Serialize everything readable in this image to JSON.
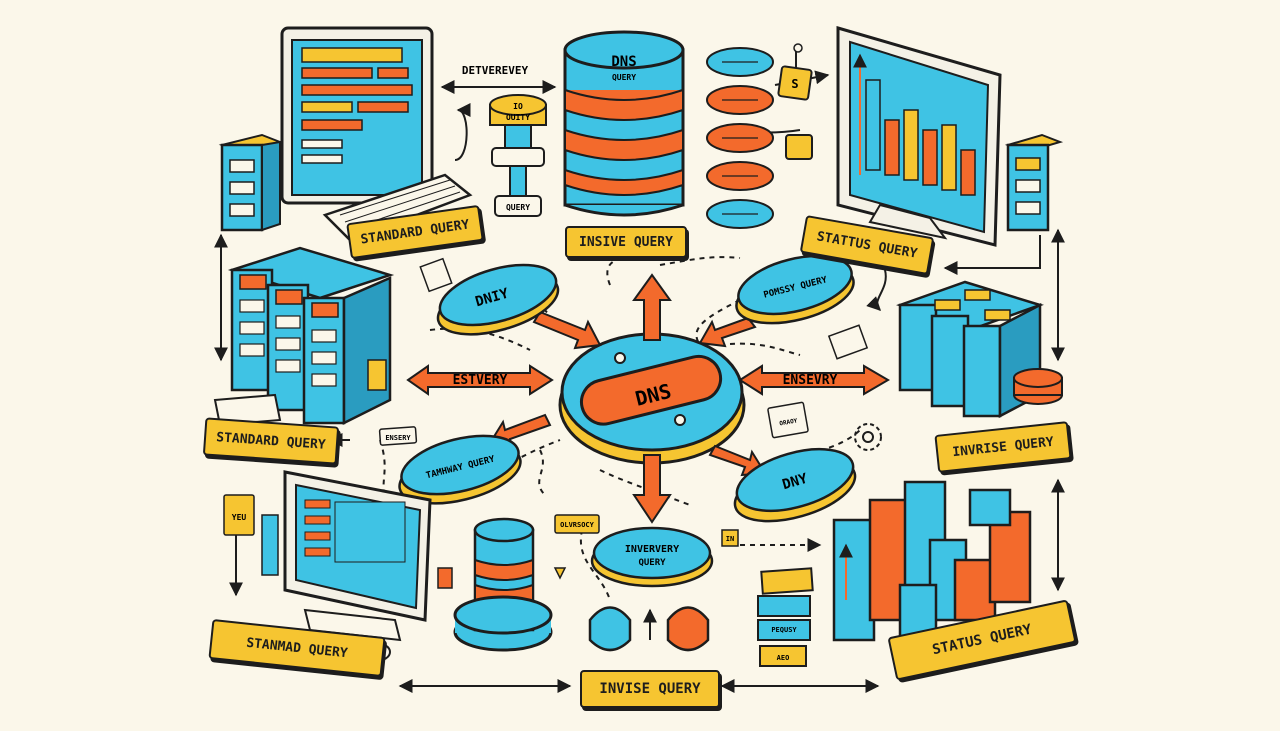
{
  "colors": {
    "cyan": "#3fc3e4",
    "orange": "#f36a2c",
    "yellow": "#f6c531",
    "ink": "#1d1d1d",
    "background": "#fbf7ea"
  },
  "center": {
    "label": "DNS"
  },
  "top_db": {
    "title": "DNS",
    "subtitle": "QUERY"
  },
  "labels": {
    "top_caption": "DETVEREVEY",
    "standard_query_top": "STANDARD QUERY",
    "insive_query": "INSIVE QUERY",
    "status_query_top": "STATTUS QUERY",
    "standard_query_mid": "STANDARD QUERY",
    "invrise_query": "INVRISE QUERY",
    "stanmad_query": "STANMAD QUERY",
    "invise_query_bottom": "INVISE QUERY",
    "status_query_bottom": "STATUS QUERY",
    "estvery": "ESTVERY",
    "ensevry": "ENSEVRY"
  },
  "ovals": {
    "dniy_left": "DNIY",
    "pomssy_query": "POMSSY QUERY",
    "tamhway_query": "TAMHWAY QUERY",
    "dny_right": "DNY",
    "inververy_query": "INVERVERY QUERY"
  },
  "small_tags": {
    "gear_stack_top": "IO",
    "gear_stack_mid": "OUITY",
    "stack_query": "QUERY",
    "pill_top": "S",
    "ensery": "ENSERY",
    "olvrsocy": "OLVRSOCY",
    "tag_in": "IN",
    "oraoy": "ORAOY",
    "pequsy": "PEQUSY",
    "aeo": "AEO",
    "yeu": "YEU"
  }
}
